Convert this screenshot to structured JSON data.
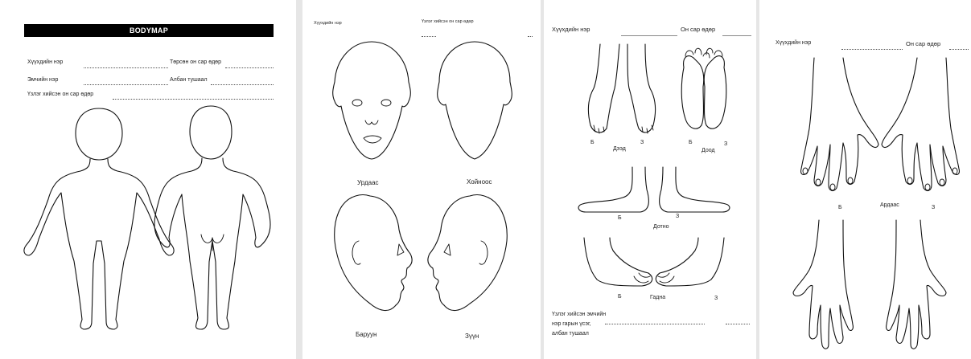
{
  "bodymap": {
    "title": "BODYMAP",
    "child_name_label": "Хүүхдийн нэр",
    "birth_date_label": "Төрсөн он сар өдөр",
    "doctor_name_label": "Эмчийн нэр",
    "position_label": "Албан тушаал",
    "exam_date_label": "Үзлэг хийсэн он сар өдөр"
  },
  "head": {
    "child_name_label": "Хүүхдийн нэр",
    "exam_date_label": "Үзлэг хийсэн он сар өдөр",
    "front_label": "Урдаас",
    "back_label": "Хойноос",
    "right_label": "Баруун",
    "left_label": "Зүүн"
  },
  "feet": {
    "child_name_label": "Хүүхдийн нэр",
    "date_label": "Он сар өдөр",
    "right_mark": "Б",
    "left_mark": "З",
    "top_label": "Дээд",
    "bottom_label": "Доод",
    "inner_label": "Дотно",
    "outer_label": "Гадна",
    "signature_line1": "Үзлэг хийсэн эмчийн",
    "signature_line2": "нэр гарын үсэг,",
    "signature_line3": "албан тушаал"
  },
  "hands": {
    "child_name_label": "Хүүхдийн нэр",
    "date_label": "Он сар өдөр",
    "back_label": "Ардаас",
    "right_mark": "Б",
    "left_mark": "З"
  }
}
